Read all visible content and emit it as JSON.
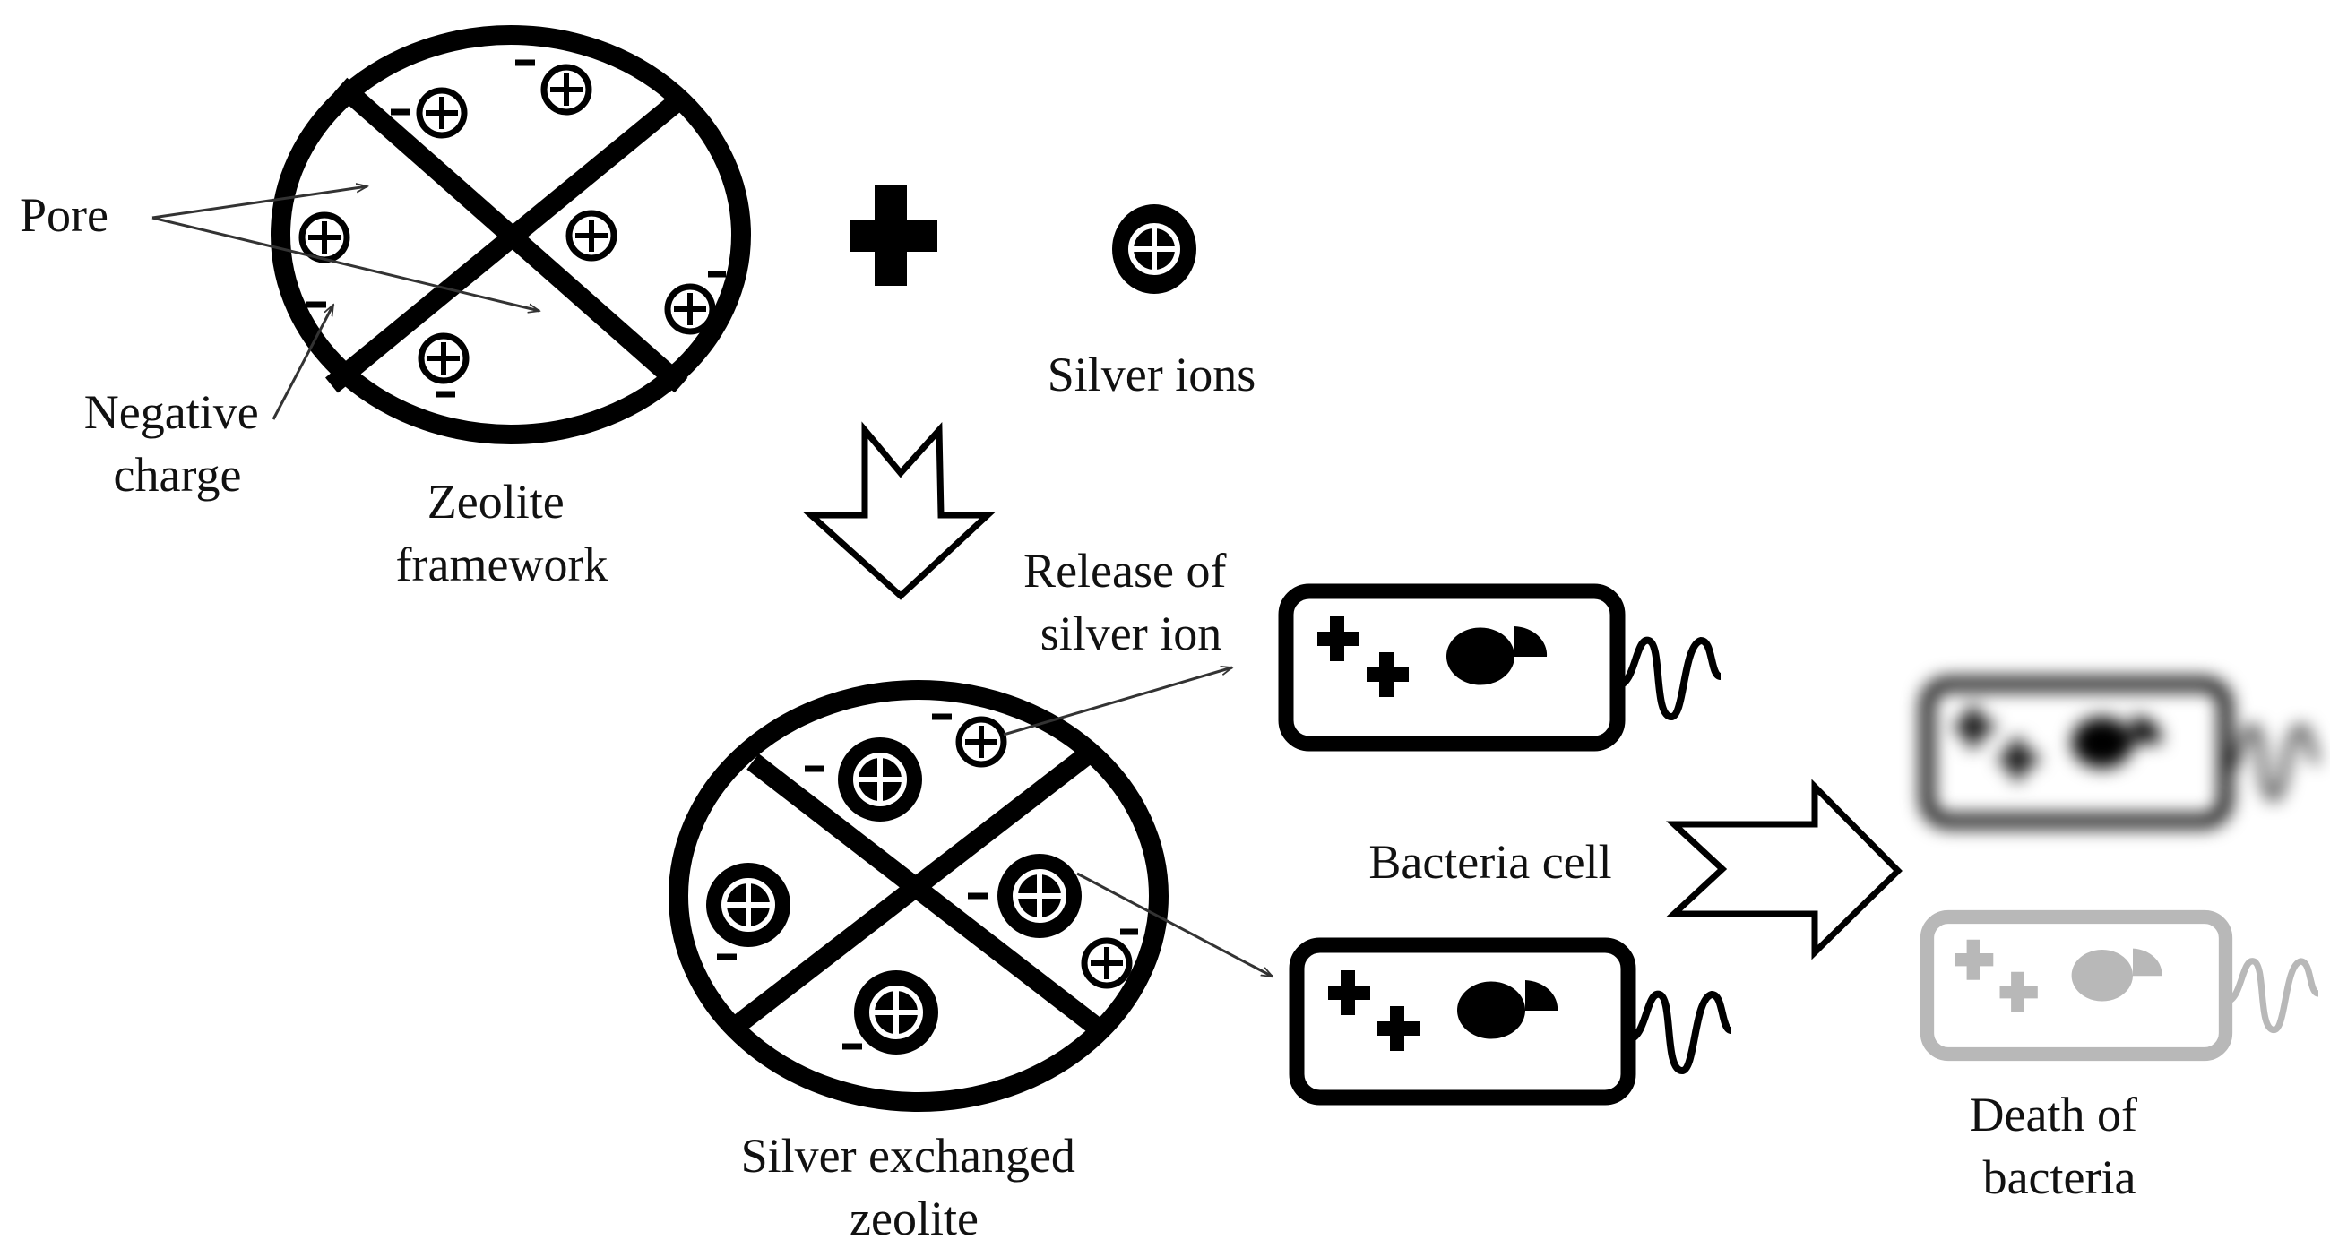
{
  "labels": {
    "pore": "Pore",
    "negative_charge": [
      "Negative",
      "charge"
    ],
    "zeolite_framework": [
      "Zeolite",
      "framework"
    ],
    "silver_ions": "Silver  ions",
    "release": [
      "Release of",
      "silver ion"
    ],
    "silver_exchanged_zeolite": [
      "Silver  exchanged",
      "zeolite"
    ],
    "bacteria_cell": "Bacteria cell",
    "death_of_bacteria": [
      "Death of",
      "bacteria"
    ]
  },
  "colors": {
    "ink": "#000000",
    "text": "#111111",
    "dead_cell_faded": "#b8b8b8",
    "background": "#ffffff"
  }
}
